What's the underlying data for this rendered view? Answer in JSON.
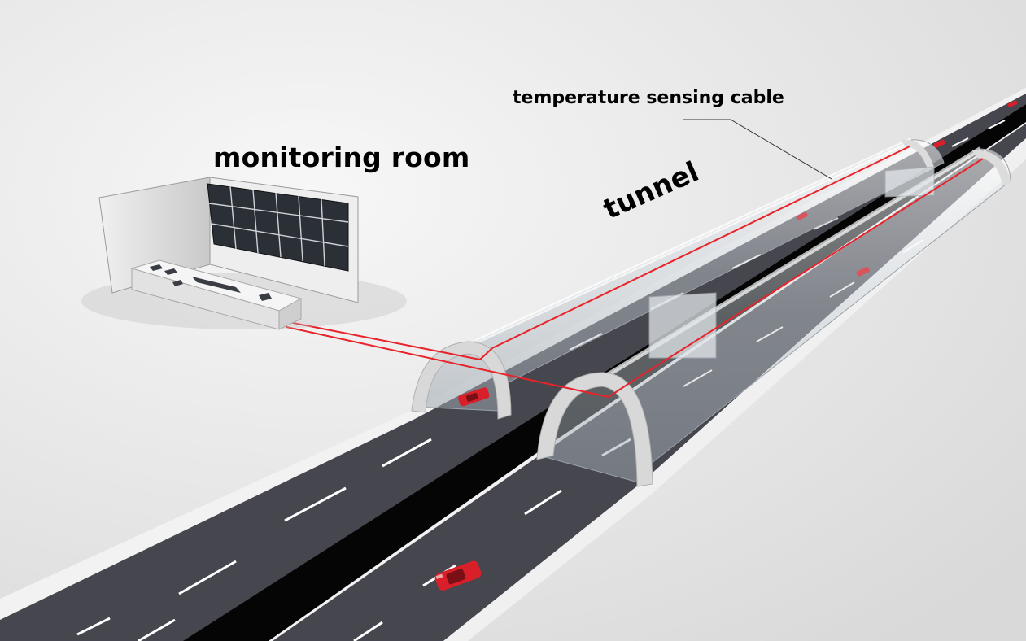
{
  "labels": {
    "monitoring_room": "monitoring room",
    "tunnel": "tunnel",
    "temperature_sensing_cable": "temperature sensing cable"
  },
  "colors": {
    "background": "#e6e6e6",
    "road_surface": "#46464e",
    "lane_marking": "#ffffff",
    "median_gap": "#050505",
    "sensing_cable": "#e8232a",
    "tunnel_glass": "#b9c4cc",
    "car": "#d81f2a"
  },
  "icons": [
    "monitoring-room",
    "video-wall",
    "control-console",
    "tunnel-tube",
    "car",
    "sensing-cable",
    "leader-line"
  ]
}
